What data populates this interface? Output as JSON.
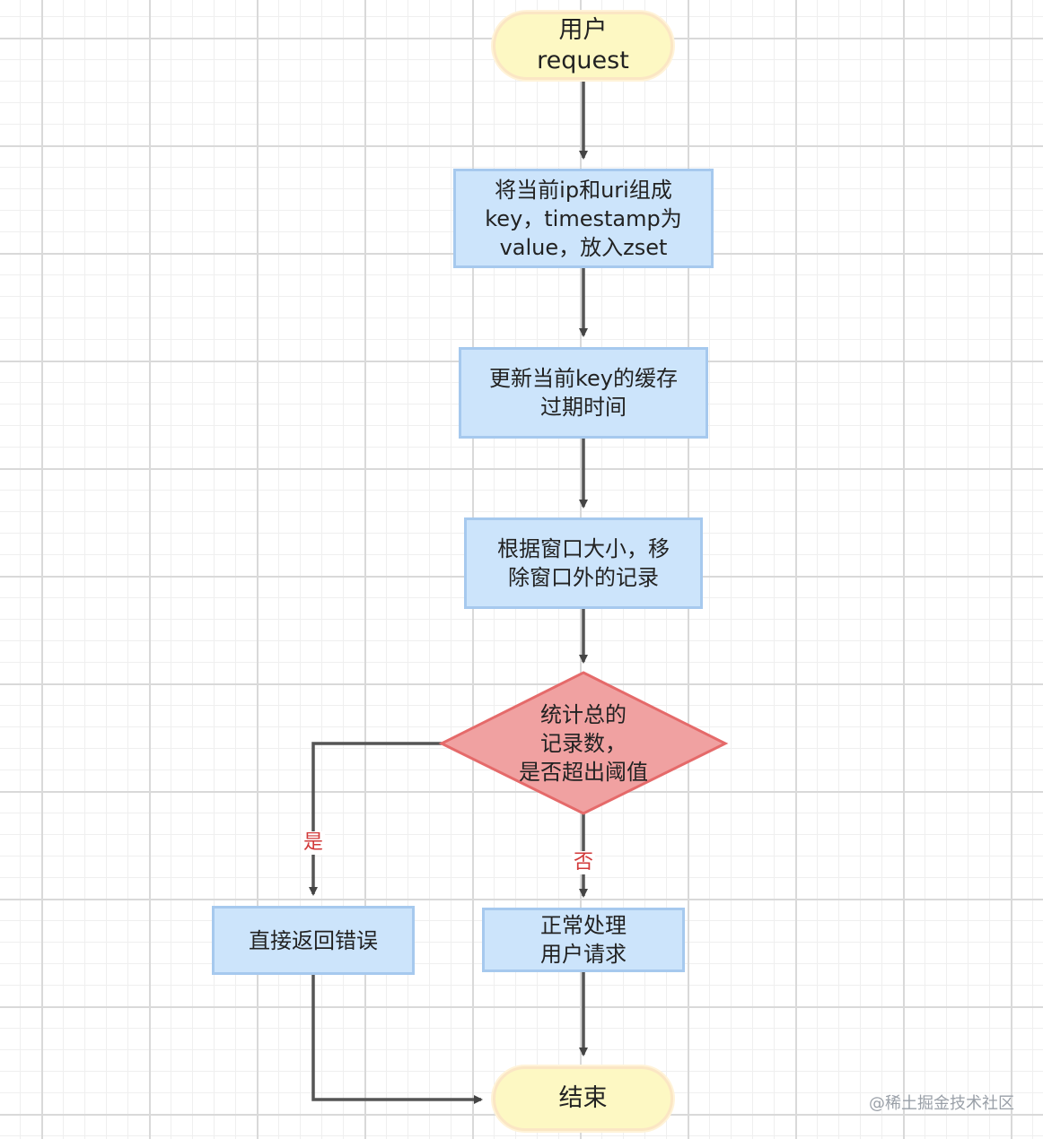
{
  "nodes": {
    "start": {
      "lines": [
        "用户",
        "request"
      ]
    },
    "store_key": {
      "lines": [
        "将当前ip和uri组成",
        "key，timestamp为",
        "value，放入zset"
      ]
    },
    "update_expire": {
      "lines": [
        "更新当前key的缓存",
        "过期时间"
      ]
    },
    "remove_outside": {
      "lines": [
        "根据窗口大小，移",
        "除窗口外的记录"
      ]
    },
    "check_threshold": {
      "lines": [
        "统计总的",
        "记录数，",
        "是否超出阈值"
      ]
    },
    "return_error": {
      "lines": [
        "直接返回错误"
      ]
    },
    "handle_request": {
      "lines": [
        "正常处理",
        "用户请求"
      ]
    },
    "end": {
      "lines": [
        "结束"
      ]
    }
  },
  "edge_labels": {
    "yes": "是",
    "no": "否"
  },
  "watermark": "@稀土掘金技术社区",
  "colors": {
    "terminal_fill": "#fdf8c3",
    "process_fill": "#cce4fb",
    "process_border": "#a6c9ee",
    "decision_fill": "#f0a1a1",
    "decision_border": "#e56a6a",
    "edge_label": "#d23a3a",
    "connector": "#555555"
  }
}
